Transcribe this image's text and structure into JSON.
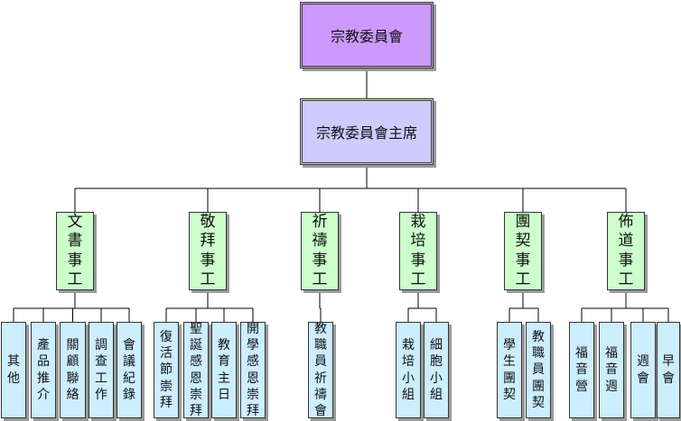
{
  "root": {
    "label": "宗教委員會"
  },
  "chair": {
    "label": "宗教委員會主席"
  },
  "departments": [
    {
      "label": "文書事工",
      "tasks": [
        "其他",
        "產品推介",
        "關顧聯絡",
        "調查工作",
        "會議紀錄"
      ]
    },
    {
      "label": "敬拜事工",
      "tasks": [
        "復活節崇拜",
        "聖誕感恩崇拜",
        "教育主日",
        "開學感恩崇拜"
      ]
    },
    {
      "label": "祈禱事工",
      "tasks": [
        "教職員祈禱會"
      ]
    },
    {
      "label": "栽培事工",
      "tasks": [
        "栽培小組",
        "細胞小組"
      ]
    },
    {
      "label": "團契事工",
      "tasks": [
        "學生團契",
        "教職員團契"
      ]
    },
    {
      "label": "佈道事工",
      "tasks": [
        "福音營",
        "福音週",
        "週會",
        "早會"
      ]
    }
  ],
  "colors": {
    "root_fill": "#cc99ff",
    "chair_fill": "#ccccff",
    "department_fill": "#ccffcc",
    "task_fill": "#cceeff",
    "line": "#000000"
  }
}
